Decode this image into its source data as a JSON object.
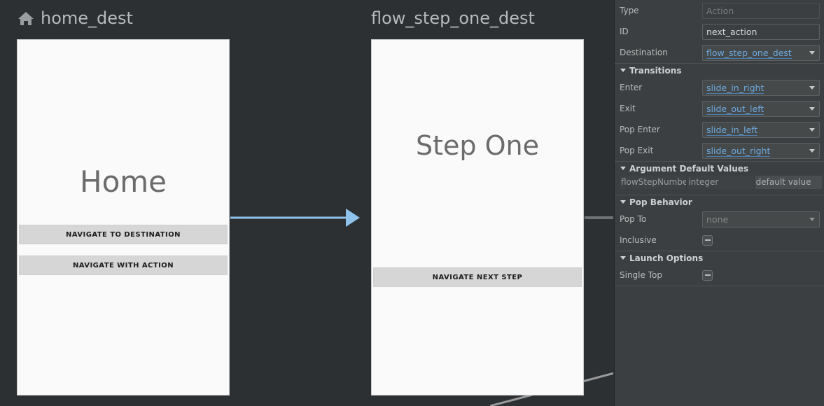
{
  "canvas": {
    "background_color": "#2d3033",
    "destinations": [
      {
        "id": "home_dest",
        "title": "home_dest",
        "icon": "home-icon",
        "has_start_icon": true,
        "screen_label": "Home",
        "buttons": [
          "NAVIGATE TO DESTINATION",
          "NAVIGATE WITH ACTION"
        ]
      },
      {
        "id": "flow_step_one_dest",
        "title": "flow_step_one_dest",
        "icon": "none",
        "has_start_icon": false,
        "screen_label": "Step One",
        "buttons": [
          "NAVIGATE NEXT STEP"
        ]
      }
    ],
    "edges": [
      {
        "name": "home-to-flow-step-one",
        "from": "home_dest",
        "to": "flow_step_one_dest",
        "state": "selected",
        "color": "#90c3ec",
        "style": "arrow"
      },
      {
        "name": "flow-step-one-out-stub",
        "from": "flow_step_one_dest",
        "to": "",
        "state": "normal",
        "color": "#6f7274",
        "style": "line"
      },
      {
        "name": "flow-step-one-bottom-edge",
        "from": "flow_step_one_dest",
        "to": "",
        "state": "normal",
        "color": "#9a9a9a",
        "style": "line"
      }
    ]
  },
  "panel": {
    "background_color": "#3c3f41",
    "accent_color": "#6ea9dd",
    "fields": [
      {
        "label": "Type",
        "value": "Action",
        "widget": "text",
        "disabled": true
      },
      {
        "label": "ID",
        "value": "next_action",
        "widget": "text",
        "disabled": false
      },
      {
        "label": "Destination",
        "value": "flow_step_one_dest",
        "widget": "combo",
        "disabled": false
      }
    ],
    "transitions": {
      "header": "Transitions",
      "fields": [
        {
          "label": "Enter",
          "value": "slide_in_right",
          "widget": "combo",
          "disabled": false
        },
        {
          "label": "Exit",
          "value": "slide_out_left",
          "widget": "combo",
          "disabled": false
        },
        {
          "label": "Pop Enter",
          "value": "slide_in_left",
          "widget": "combo",
          "disabled": false
        },
        {
          "label": "Pop Exit",
          "value": "slide_out_right",
          "widget": "combo",
          "disabled": false
        }
      ]
    },
    "arguments": {
      "header": "Argument Default Values",
      "rows": [
        {
          "name": "flowStepNumbe",
          "type": "integer",
          "value": "default value"
        }
      ]
    },
    "pop_behavior": {
      "header": "Pop Behavior",
      "pop_to_label": "Pop To",
      "pop_to_value": "none",
      "inclusive_label": "Inclusive",
      "inclusive_state": "indeterminate"
    },
    "launch_options": {
      "header": "Launch Options",
      "single_top_label": "Single Top",
      "single_top_state": "indeterminate"
    }
  }
}
